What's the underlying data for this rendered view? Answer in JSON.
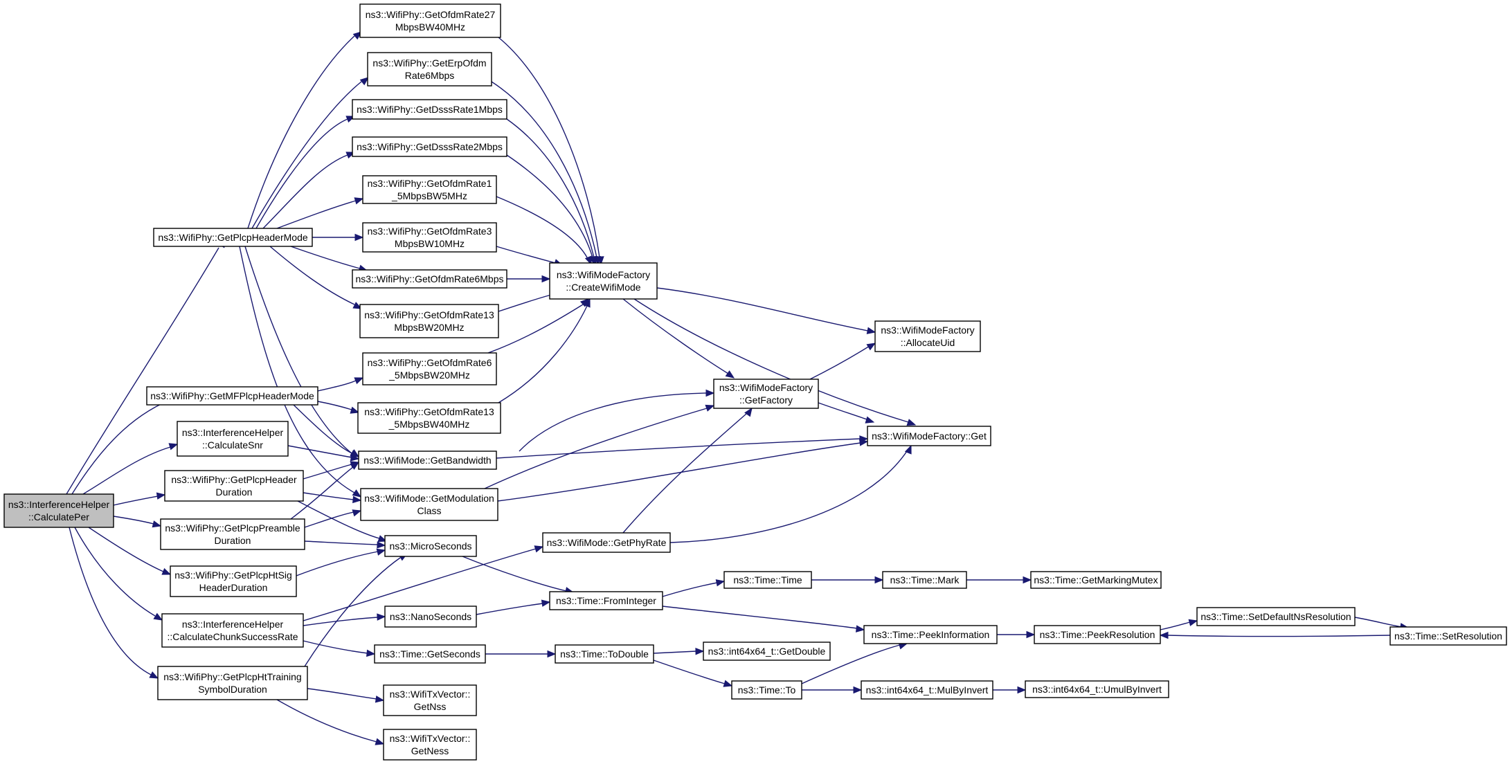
{
  "diagram": {
    "colors": {
      "edge": "#191970",
      "node_fill": "#ffffff",
      "root_fill": "#bfbfbf",
      "border": "#000000"
    },
    "nodes": [
      {
        "id": "n0",
        "lines": [
          "ns3::InterferenceHelper",
          "::CalculatePer"
        ],
        "root": true
      },
      {
        "id": "n1",
        "lines": [
          "ns3::WifiPhy::GetPlcpHeaderMode"
        ]
      },
      {
        "id": "n2",
        "lines": [
          "ns3::WifiPhy::GetMFPlcpHeaderMode"
        ]
      },
      {
        "id": "n3",
        "lines": [
          "ns3::InterferenceHelper",
          "::CalculateSnr"
        ]
      },
      {
        "id": "n4",
        "lines": [
          "ns3::WifiPhy::GetPlcpHeader",
          "Duration"
        ]
      },
      {
        "id": "n5",
        "lines": [
          "ns3::WifiPhy::GetPlcpPreamble",
          "Duration"
        ]
      },
      {
        "id": "n6",
        "lines": [
          "ns3::WifiPhy::GetPlcpHtSig",
          "HeaderDuration"
        ]
      },
      {
        "id": "n7",
        "lines": [
          "ns3::InterferenceHelper",
          "::CalculateChunkSuccessRate"
        ]
      },
      {
        "id": "n8",
        "lines": [
          "ns3::WifiPhy::GetPlcpHtTraining",
          "SymbolDuration"
        ]
      },
      {
        "id": "n9",
        "lines": [
          "ns3::WifiPhy::GetOfdmRate27",
          "MbpsBW40MHz"
        ]
      },
      {
        "id": "n10",
        "lines": [
          "ns3::WifiPhy::GetErpOfdm",
          "Rate6Mbps"
        ]
      },
      {
        "id": "n11",
        "lines": [
          "ns3::WifiPhy::GetDsssRate1Mbps"
        ]
      },
      {
        "id": "n12",
        "lines": [
          "ns3::WifiPhy::GetDsssRate2Mbps"
        ]
      },
      {
        "id": "n13",
        "lines": [
          "ns3::WifiPhy::GetOfdmRate1",
          "_5MbpsBW5MHz"
        ]
      },
      {
        "id": "n14",
        "lines": [
          "ns3::WifiPhy::GetOfdmRate3",
          "MbpsBW10MHz"
        ]
      },
      {
        "id": "n15",
        "lines": [
          "ns3::WifiPhy::GetOfdmRate6Mbps"
        ]
      },
      {
        "id": "n16",
        "lines": [
          "ns3::WifiPhy::GetOfdmRate13",
          "MbpsBW20MHz"
        ]
      },
      {
        "id": "n17",
        "lines": [
          "ns3::WifiPhy::GetOfdmRate6",
          "_5MbpsBW20MHz"
        ]
      },
      {
        "id": "n18",
        "lines": [
          "ns3::WifiPhy::GetOfdmRate13",
          "_5MbpsBW40MHz"
        ]
      },
      {
        "id": "n19",
        "lines": [
          "ns3::WifiMode::GetBandwidth"
        ]
      },
      {
        "id": "n20",
        "lines": [
          "ns3::WifiMode::GetModulation",
          "Class"
        ]
      },
      {
        "id": "n21",
        "lines": [
          "ns3::MicroSeconds"
        ]
      },
      {
        "id": "n22",
        "lines": [
          "ns3::NanoSeconds"
        ]
      },
      {
        "id": "n23",
        "lines": [
          "ns3::Time::GetSeconds"
        ]
      },
      {
        "id": "n24",
        "lines": [
          "ns3::WifiTxVector::",
          "GetNss"
        ]
      },
      {
        "id": "n25",
        "lines": [
          "ns3::WifiTxVector::",
          "GetNess"
        ]
      },
      {
        "id": "n26",
        "lines": [
          "ns3::WifiModeFactory",
          "::CreateWifiMode"
        ]
      },
      {
        "id": "n27",
        "lines": [
          "ns3::WifiModeFactory",
          "::GetFactory"
        ]
      },
      {
        "id": "n28",
        "lines": [
          "ns3::WifiMode::GetPhyRate"
        ]
      },
      {
        "id": "n29",
        "lines": [
          "ns3::Time::FromInteger"
        ]
      },
      {
        "id": "n30",
        "lines": [
          "ns3::Time::ToDouble"
        ]
      },
      {
        "id": "n31",
        "lines": [
          "ns3::WifiModeFactory",
          "::AllocateUid"
        ]
      },
      {
        "id": "n32",
        "lines": [
          "ns3::WifiModeFactory::Get"
        ]
      },
      {
        "id": "n33",
        "lines": [
          "ns3::Time::Time"
        ]
      },
      {
        "id": "n34",
        "lines": [
          "ns3::int64x64_t::GetDouble"
        ]
      },
      {
        "id": "n35",
        "lines": [
          "ns3::Time::To"
        ]
      },
      {
        "id": "n36",
        "lines": [
          "ns3::Time::Mark"
        ]
      },
      {
        "id": "n37",
        "lines": [
          "ns3::Time::PeekInformation"
        ]
      },
      {
        "id": "n38",
        "lines": [
          "ns3::int64x64_t::MulByInvert"
        ]
      },
      {
        "id": "n39",
        "lines": [
          "ns3::Time::GetMarkingMutex"
        ]
      },
      {
        "id": "n40",
        "lines": [
          "ns3::Time::PeekResolution"
        ]
      },
      {
        "id": "n41",
        "lines": [
          "ns3::int64x64_t::UmulByInvert"
        ]
      },
      {
        "id": "n42",
        "lines": [
          "ns3::Time::SetDefaultNsResolution"
        ]
      },
      {
        "id": "n43",
        "lines": [
          "ns3::Time::SetResolution"
        ]
      }
    ],
    "edges": [
      [
        "n0",
        "n1"
      ],
      [
        "n0",
        "n2"
      ],
      [
        "n0",
        "n3"
      ],
      [
        "n0",
        "n4"
      ],
      [
        "n0",
        "n5"
      ],
      [
        "n0",
        "n6"
      ],
      [
        "n0",
        "n7"
      ],
      [
        "n0",
        "n8"
      ],
      [
        "n1",
        "n9"
      ],
      [
        "n1",
        "n10"
      ],
      [
        "n1",
        "n11"
      ],
      [
        "n1",
        "n12"
      ],
      [
        "n1",
        "n13"
      ],
      [
        "n1",
        "n14"
      ],
      [
        "n1",
        "n15"
      ],
      [
        "n1",
        "n16"
      ],
      [
        "n1",
        "n19"
      ],
      [
        "n1",
        "n20"
      ],
      [
        "n2",
        "n17"
      ],
      [
        "n2",
        "n18"
      ],
      [
        "n2",
        "n19"
      ],
      [
        "n3",
        "n19"
      ],
      [
        "n4",
        "n19"
      ],
      [
        "n4",
        "n20"
      ],
      [
        "n4",
        "n21"
      ],
      [
        "n5",
        "n19"
      ],
      [
        "n5",
        "n20"
      ],
      [
        "n5",
        "n21"
      ],
      [
        "n6",
        "n21"
      ],
      [
        "n7",
        "n28"
      ],
      [
        "n7",
        "n22"
      ],
      [
        "n7",
        "n23"
      ],
      [
        "n8",
        "n21"
      ],
      [
        "n8",
        "n24"
      ],
      [
        "n8",
        "n25"
      ],
      [
        "n9",
        "n26"
      ],
      [
        "n10",
        "n26"
      ],
      [
        "n11",
        "n26"
      ],
      [
        "n12",
        "n26"
      ],
      [
        "n13",
        "n26"
      ],
      [
        "n14",
        "n26"
      ],
      [
        "n15",
        "n26"
      ],
      [
        "n16",
        "n26"
      ],
      [
        "n17",
        "n26"
      ],
      [
        "n18",
        "n26"
      ],
      [
        "n19",
        "n27"
      ],
      [
        "n19",
        "n32"
      ],
      [
        "n20",
        "n27"
      ],
      [
        "n20",
        "n32"
      ],
      [
        "n21",
        "n29"
      ],
      [
        "n22",
        "n29"
      ],
      [
        "n23",
        "n30"
      ],
      [
        "n26",
        "n27"
      ],
      [
        "n26",
        "n31"
      ],
      [
        "n26",
        "n32"
      ],
      [
        "n27",
        "n31"
      ],
      [
        "n27",
        "n32"
      ],
      [
        "n28",
        "n27"
      ],
      [
        "n28",
        "n32"
      ],
      [
        "n29",
        "n33"
      ],
      [
        "n29",
        "n37"
      ],
      [
        "n30",
        "n34"
      ],
      [
        "n30",
        "n35"
      ],
      [
        "n33",
        "n36"
      ],
      [
        "n36",
        "n39"
      ],
      [
        "n35",
        "n37"
      ],
      [
        "n35",
        "n38"
      ],
      [
        "n37",
        "n40"
      ],
      [
        "n38",
        "n41"
      ],
      [
        "n40",
        "n42"
      ],
      [
        "n42",
        "n43"
      ],
      [
        "n43",
        "n40"
      ]
    ]
  }
}
